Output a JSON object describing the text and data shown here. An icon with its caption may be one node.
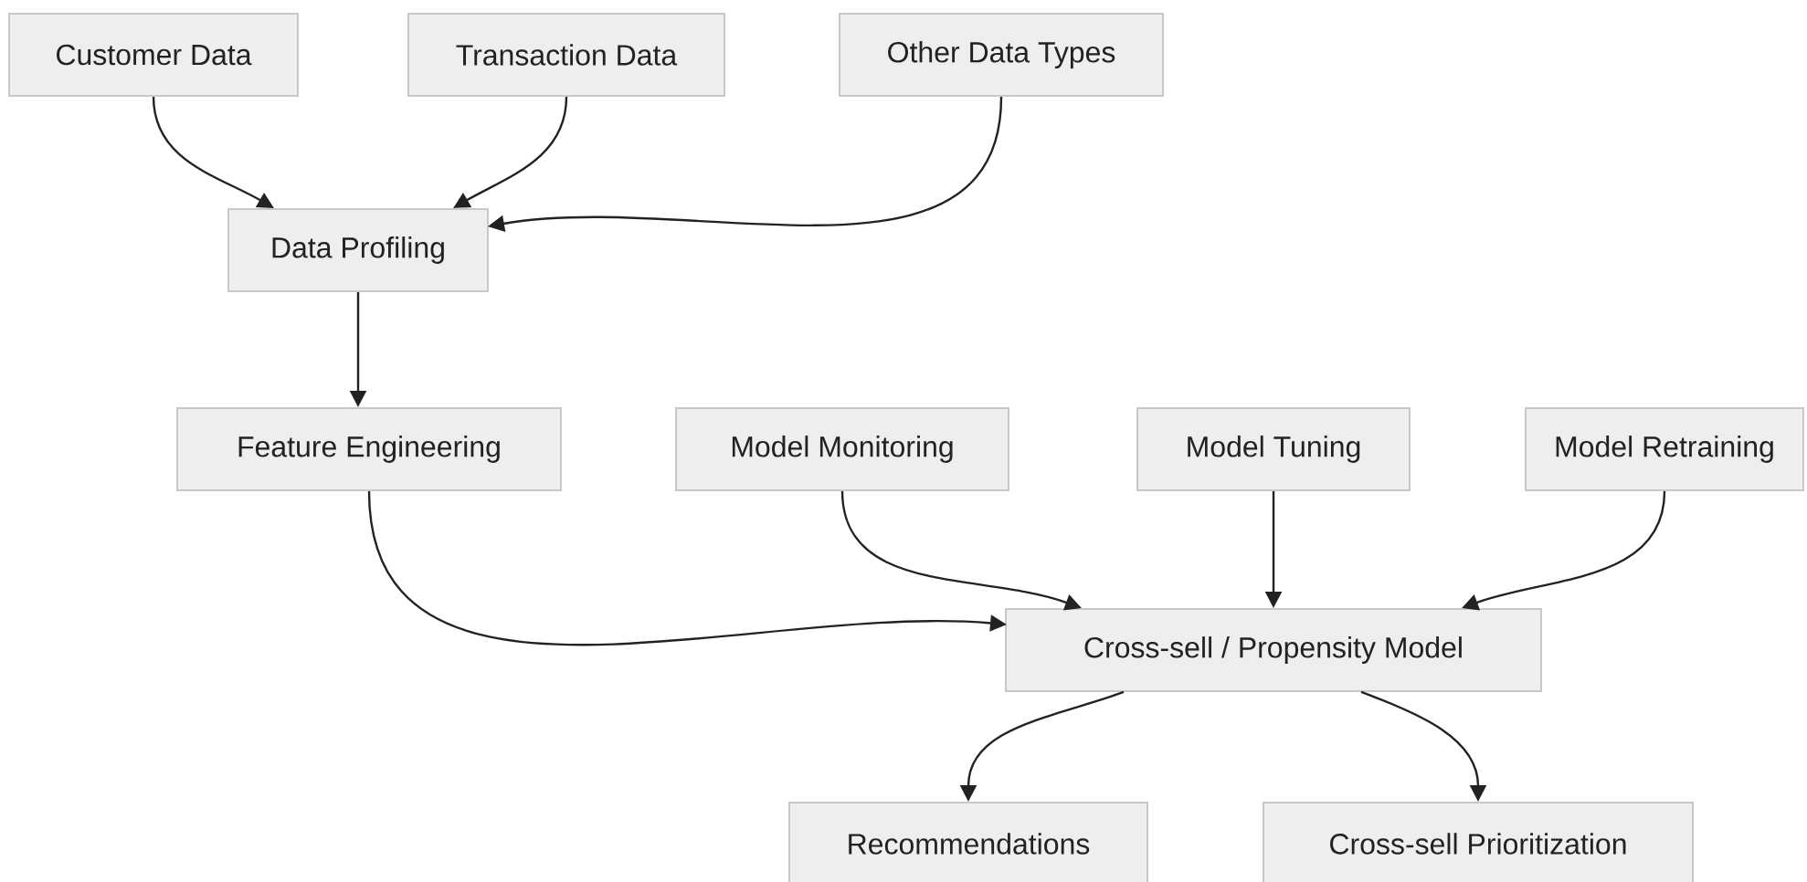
{
  "diagram": {
    "nodes": [
      {
        "text": [
          "Customer Data"
        ]
      },
      {
        "text": [
          "Transaction Data"
        ]
      },
      {
        "text": [
          "Other Data Types"
        ]
      },
      {
        "text": [
          "Data Profiling"
        ]
      },
      {
        "text": [
          "Feature Engineering"
        ]
      },
      {
        "text": [
          "Model Monitoring"
        ]
      },
      {
        "text": [
          "Model Tuning"
        ]
      },
      {
        "text": [
          "Model Retraining"
        ]
      },
      {
        "text": [
          "Cross-sell / Propensity Model"
        ]
      },
      {
        "text": [
          "Recommendations"
        ]
      },
      {
        "text": [
          "Cross-sell Prioritization"
        ]
      }
    ],
    "edges": [
      {
        "from": 0,
        "to": 3,
        "arrow": "to"
      },
      {
        "from": 1,
        "to": 3,
        "arrow": "to"
      },
      {
        "from": 2,
        "to": 3,
        "arrow": "to"
      },
      {
        "from": 3,
        "to": 4,
        "arrow": "to"
      },
      {
        "from": 4,
        "to": 8,
        "arrow": "to"
      },
      {
        "from": 5,
        "to": 8,
        "arrow": "to"
      },
      {
        "from": 6,
        "to": 8,
        "arrow": "to"
      },
      {
        "from": 7,
        "to": 8,
        "arrow": "to"
      },
      {
        "from": 8,
        "to": 9,
        "arrow": "to"
      },
      {
        "from": 8,
        "to": 10,
        "arrow": "to"
      }
    ]
  }
}
